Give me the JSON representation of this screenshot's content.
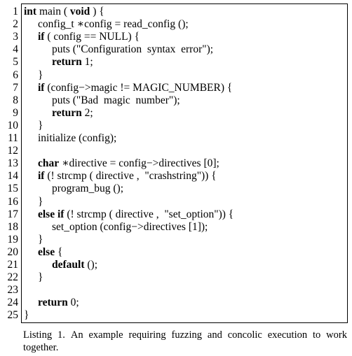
{
  "listing": {
    "lines": [
      {
        "num": "1",
        "indent": 0,
        "segments": [
          {
            "t": "int",
            "kw": true
          },
          {
            "t": " main ( "
          },
          {
            "t": "void",
            "kw": true
          },
          {
            "t": " ) {"
          }
        ]
      },
      {
        "num": "2",
        "indent": 1,
        "segments": [
          {
            "t": "config_t ∗config = read_config ();"
          }
        ]
      },
      {
        "num": "3",
        "indent": 1,
        "segments": [
          {
            "t": "if",
            "kw": true
          },
          {
            "t": " ( config == NULL) {"
          }
        ]
      },
      {
        "num": "4",
        "indent": 2,
        "segments": [
          {
            "t": "puts (\"Configuration  syntax  error\");"
          }
        ]
      },
      {
        "num": "5",
        "indent": 2,
        "segments": [
          {
            "t": "return",
            "kw": true
          },
          {
            "t": " 1;"
          }
        ]
      },
      {
        "num": "6",
        "indent": 1,
        "segments": [
          {
            "t": "}"
          }
        ]
      },
      {
        "num": "7",
        "indent": 1,
        "segments": [
          {
            "t": "if",
            "kw": true
          },
          {
            "t": " (config−>magic != MAGIC_NUMBER) {"
          }
        ]
      },
      {
        "num": "8",
        "indent": 2,
        "segments": [
          {
            "t": "puts (\"Bad  magic  number\");"
          }
        ]
      },
      {
        "num": "9",
        "indent": 2,
        "segments": [
          {
            "t": "return",
            "kw": true
          },
          {
            "t": " 2;"
          }
        ]
      },
      {
        "num": "10",
        "indent": 1,
        "segments": [
          {
            "t": "}"
          }
        ]
      },
      {
        "num": "11",
        "indent": 1,
        "segments": [
          {
            "t": "initialize (config);"
          }
        ]
      },
      {
        "num": "12",
        "indent": 0,
        "segments": []
      },
      {
        "num": "13",
        "indent": 1,
        "segments": [
          {
            "t": "char",
            "kw": true
          },
          {
            "t": " ∗directive = config−>directives [0];"
          }
        ]
      },
      {
        "num": "14",
        "indent": 1,
        "segments": [
          {
            "t": "if",
            "kw": true
          },
          {
            "t": " (! strcmp ( directive ,  \"crashstring\")) {"
          }
        ]
      },
      {
        "num": "15",
        "indent": 2,
        "segments": [
          {
            "t": "program_bug ();"
          }
        ]
      },
      {
        "num": "16",
        "indent": 1,
        "segments": [
          {
            "t": "}"
          }
        ]
      },
      {
        "num": "17",
        "indent": 1,
        "segments": [
          {
            "t": "else if",
            "kw": true
          },
          {
            "t": " (! strcmp ( directive ,  \"set_option\")) {"
          }
        ]
      },
      {
        "num": "18",
        "indent": 2,
        "segments": [
          {
            "t": "set_option (config−>directives [1]);"
          }
        ]
      },
      {
        "num": "19",
        "indent": 1,
        "segments": [
          {
            "t": "}"
          }
        ]
      },
      {
        "num": "20",
        "indent": 1,
        "segments": [
          {
            "t": "else",
            "kw": true
          },
          {
            "t": " {"
          }
        ]
      },
      {
        "num": "21",
        "indent": 2,
        "segments": [
          {
            "t": "default",
            "kw": true
          },
          {
            "t": " ();"
          }
        ]
      },
      {
        "num": "22",
        "indent": 1,
        "segments": [
          {
            "t": "}"
          }
        ]
      },
      {
        "num": "23",
        "indent": 0,
        "segments": []
      },
      {
        "num": "24",
        "indent": 1,
        "segments": [
          {
            "t": "return",
            "kw": true
          },
          {
            "t": " 0;"
          }
        ]
      },
      {
        "num": "25",
        "indent": 0,
        "segments": [
          {
            "t": "}"
          }
        ]
      }
    ]
  },
  "caption": {
    "label": "Listing 1.",
    "text": "An example requiring fuzzing and concolic execution to work together."
  }
}
